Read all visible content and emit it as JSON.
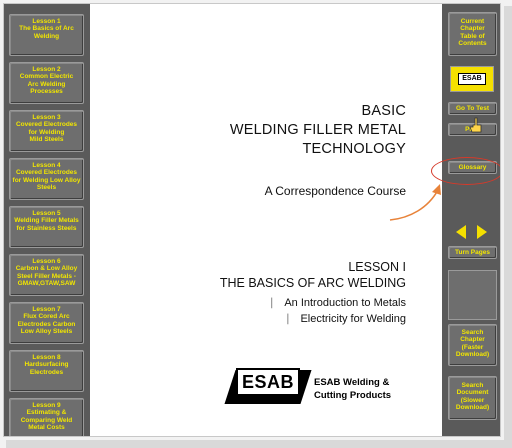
{
  "left_sidebar": {
    "lessons": [
      {
        "lines": [
          "Lesson 1",
          "The Basics of Arc",
          "Welding"
        ]
      },
      {
        "lines": [
          "Lesson 2",
          "Common Electric",
          "Arc Welding",
          "Processes"
        ]
      },
      {
        "lines": [
          "Lesson 3",
          "Covered Electrodes",
          "for Welding",
          "Mild Steels"
        ]
      },
      {
        "lines": [
          "Lesson 4",
          "Covered Electrodes",
          "for Welding Low Alloy",
          "Steels"
        ]
      },
      {
        "lines": [
          "Lesson 5",
          "Welding Filler Metals",
          "for Stainless Steels"
        ]
      },
      {
        "lines": [
          "Lesson 6",
          "Carbon & Low Alloy",
          "Steel Filler Metals -",
          "GMAW,GTAW,SAW"
        ]
      },
      {
        "lines": [
          "Lesson 7",
          "Flux Cored Arc",
          "Electrodes Carbon",
          "Low Alloy Steels"
        ]
      },
      {
        "lines": [
          "Lesson 8",
          "Hardsurfacing",
          "Electrodes"
        ]
      },
      {
        "lines": [
          "Lesson 9",
          "Estimating &",
          "Comparing Weld",
          "Metal Costs"
        ]
      }
    ]
  },
  "right_sidebar": {
    "toc_lines": [
      "Current",
      "Chapter",
      "Table of",
      "Contents"
    ],
    "logo_text": "ESAB",
    "go_to_test": "Go To Test",
    "print": "Print",
    "glossary": "Glossary",
    "turn_pages": "Turn Pages",
    "search_chapter_lines": [
      "Search",
      "Chapter",
      "(Faster",
      "Download)"
    ],
    "search_document_lines": [
      "Search",
      "Document",
      "(Slower",
      "Download)"
    ]
  },
  "main": {
    "title_lines": [
      "BASIC",
      "WELDING FILLER METAL",
      "TECHNOLOGY"
    ],
    "subtitle": "A Correspondence Course",
    "lesson_lines": [
      "LESSON I",
      "THE BASICS OF ARC WELDING"
    ],
    "bullets": [
      "An Introduction to Metals",
      "Electricity for Welding"
    ],
    "logo_text": "ESAB",
    "company_lines": [
      "ESAB Welding &",
      "Cutting Products"
    ]
  },
  "colors": {
    "sidebar_bg": "#5a5a5a",
    "button_text": "#f2e600",
    "highlight_ring": "#d63a2a",
    "annotation_arrow": "#e8833a"
  }
}
